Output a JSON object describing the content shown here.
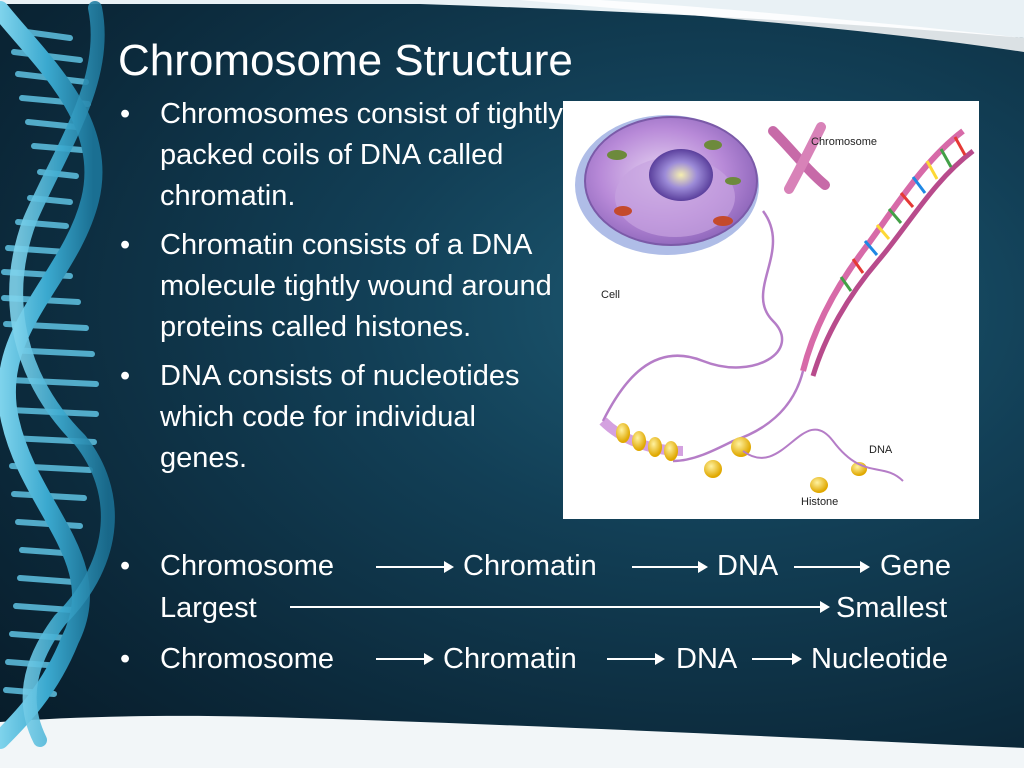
{
  "slide": {
    "title": "Chromosome Structure",
    "bullets": [
      "Chromosomes consist of tightly packed coils of DNA called chromatin.",
      "Chromatin consists of a DNA molecule tightly wound around proteins called histones.",
      "DNA consists of nucleotides which code for individual genes."
    ],
    "bullet_symbol": "•",
    "sequence1": [
      "Chromosome",
      "Chromatin",
      "DNA",
      "Gene"
    ],
    "scale": {
      "left": "Largest",
      "right": "Smallest"
    },
    "sequence2": [
      "Chromosome",
      "Chromatin",
      "DNA",
      "Nucleotide"
    ]
  },
  "figure": {
    "labels": {
      "chromosome": "Chromosome",
      "cell": "Cell",
      "dna": "DNA",
      "histone": "Histone"
    }
  }
}
